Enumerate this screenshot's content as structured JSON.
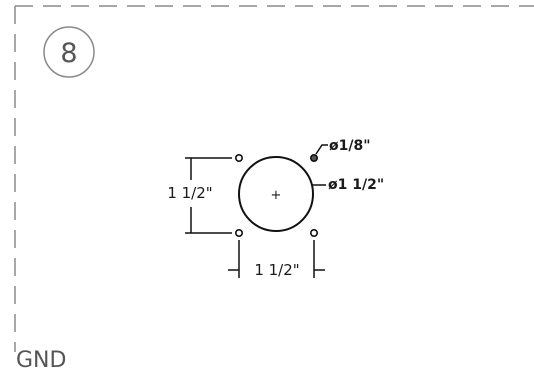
{
  "detail": {
    "number": "8",
    "label": "GND"
  },
  "dimensions": {
    "vertical_spacing": "1 1/2\"",
    "horizontal_spacing": "1 1/2\""
  },
  "callouts": {
    "small_hole": "ø1/8\"",
    "large_hole": "ø1 1/2\""
  },
  "symbols": {
    "center_mark": "+"
  }
}
